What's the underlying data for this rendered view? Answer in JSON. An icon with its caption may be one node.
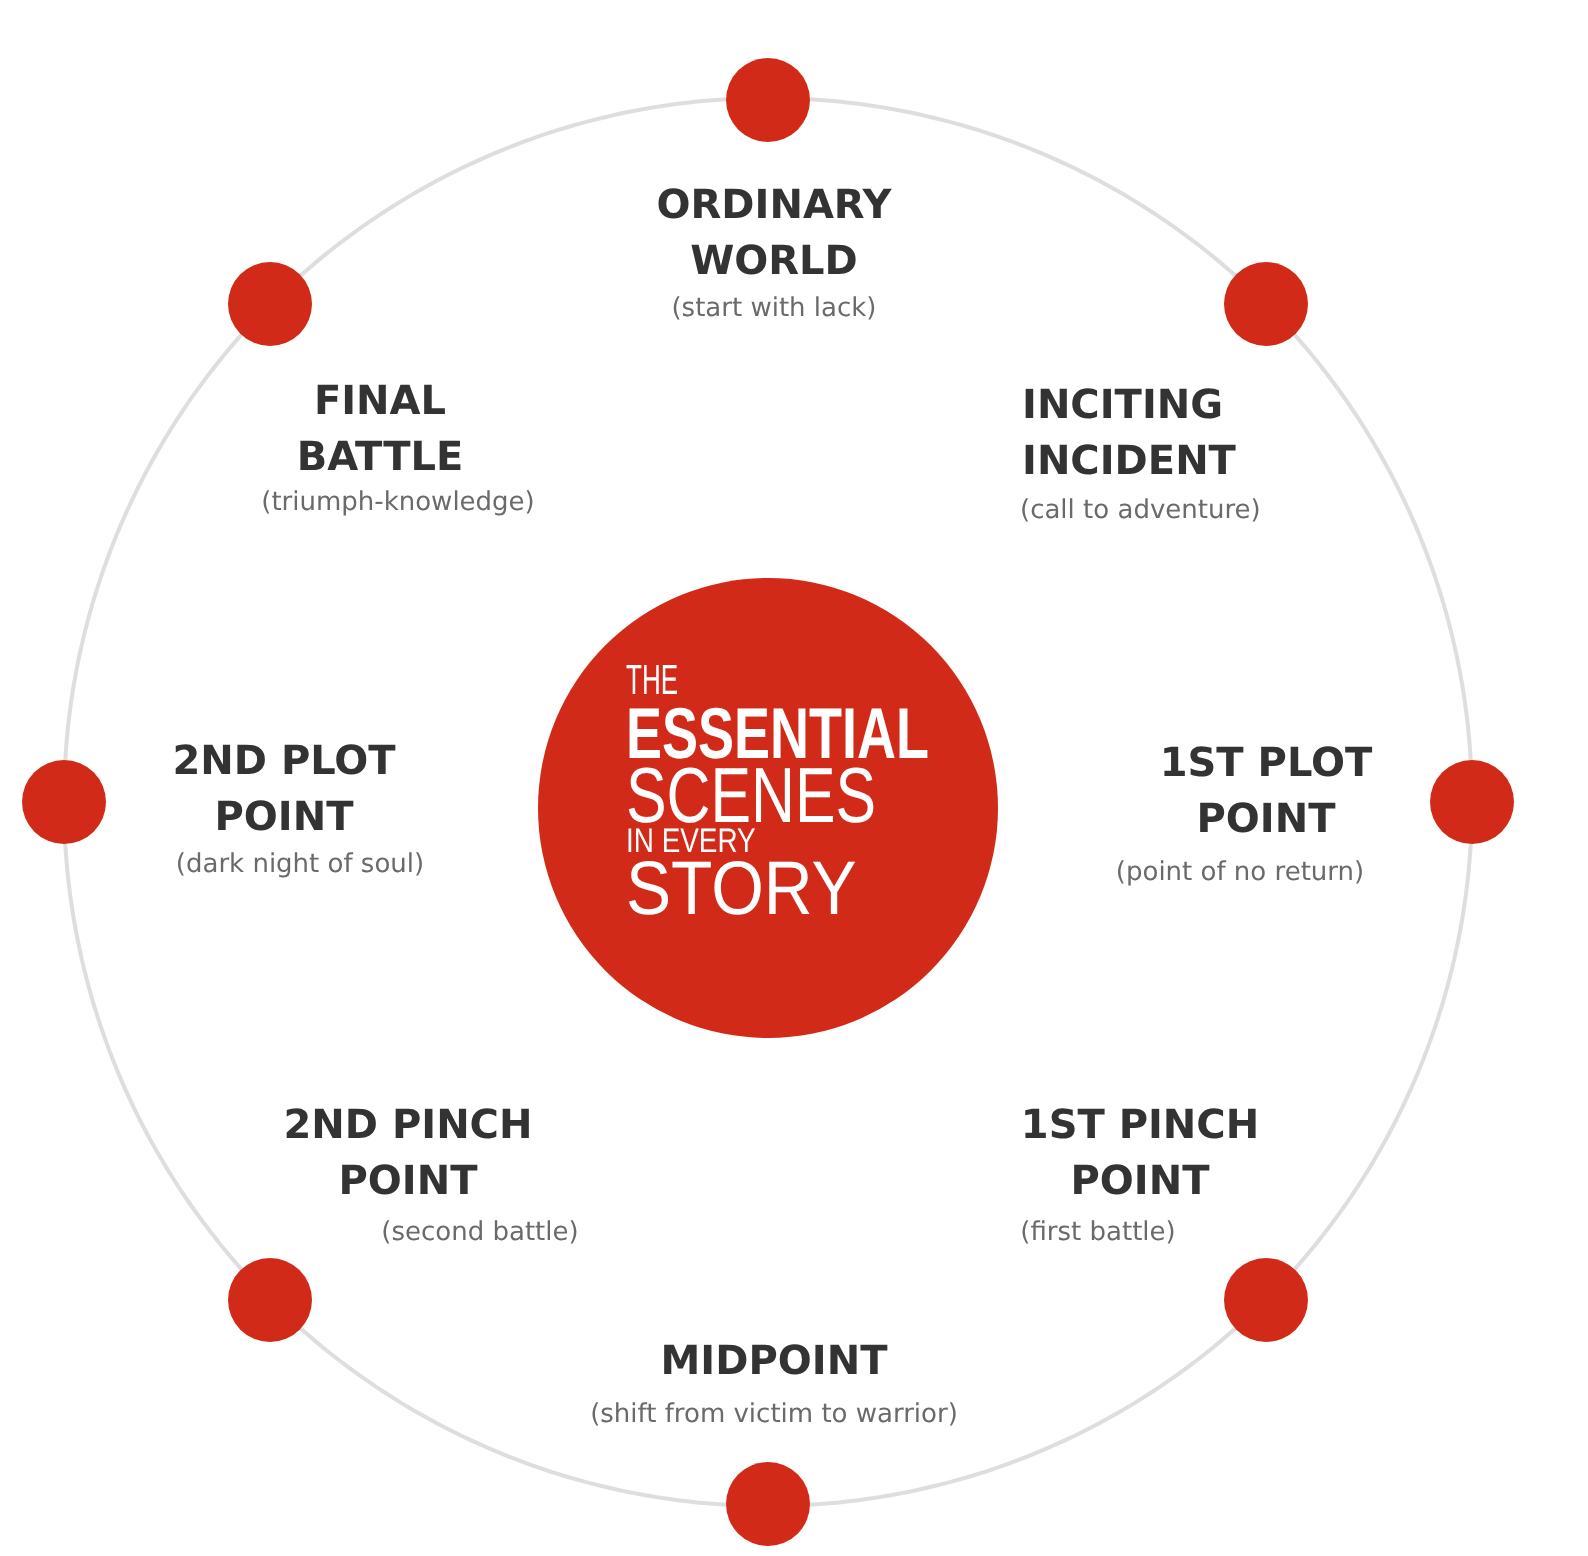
{
  "diagram": {
    "nodes": [
      {
        "text": [],
        "shape": "circle",
        "beside": [
          "ORDINARY WORLD",
          "(start with lack)"
        ]
      },
      {
        "text": [],
        "shape": "circle",
        "beside": [
          "INCITING INCIDENT",
          "(call to adventure)"
        ]
      },
      {
        "text": [],
        "shape": "circle",
        "beside": [
          "1ST PLOT POINT",
          "(point of no return)"
        ]
      },
      {
        "text": [],
        "shape": "circle",
        "beside": [
          "1ST PINCH POINT",
          "(first battle)"
        ]
      },
      {
        "text": [],
        "shape": "circle",
        "beside": [
          "MIDPOINT",
          "(shift from victim to warrior)"
        ]
      },
      {
        "text": [],
        "shape": "circle",
        "beside": [
          "2ND PINCH POINT",
          "(second battle)"
        ]
      },
      {
        "text": [],
        "shape": "circle",
        "beside": [
          "2ND PLOT POINT",
          "(dark night of soul)"
        ]
      },
      {
        "text": [],
        "shape": "circle",
        "beside": [
          "FINAL BATTLE",
          "(triumph-knowledge)"
        ]
      },
      {
        "text": [
          "THE",
          "ESSENTIAL",
          "SCENES",
          "IN EVERY",
          "STORY"
        ]
      }
    ],
    "edges": [
      {
        "from": 0,
        "to": 1,
        "arrow": "none"
      },
      {
        "from": 1,
        "to": 2,
        "arrow": "none"
      },
      {
        "from": 2,
        "to": 3,
        "arrow": "none"
      },
      {
        "from": 3,
        "to": 4,
        "arrow": "none"
      },
      {
        "from": 4,
        "to": 5,
        "arrow": "none"
      },
      {
        "from": 5,
        "to": 6,
        "arrow": "none"
      },
      {
        "from": 6,
        "to": 7,
        "arrow": "none"
      },
      {
        "from": 7,
        "to": 0,
        "arrow": "none"
      }
    ]
  }
}
